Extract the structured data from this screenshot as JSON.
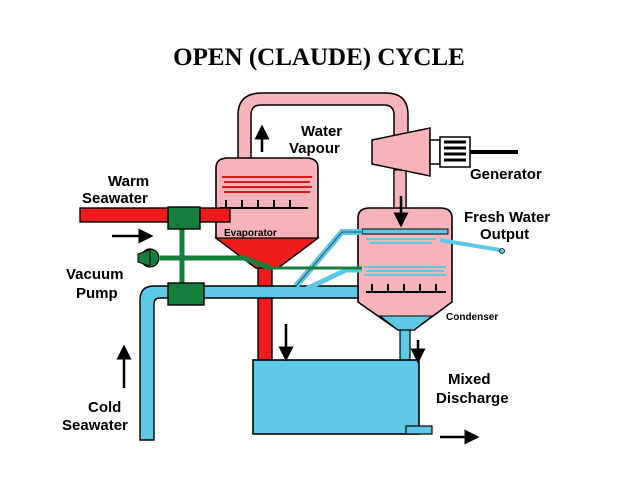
{
  "title": "OPEN (CLAUDE) CYCLE",
  "labels": {
    "water_vapour_1": "Water",
    "water_vapour_2": "Vapour",
    "generator": "Generator",
    "warm_seawater_1": "Warm",
    "warm_seawater_2": "Seawater",
    "evaporator": "Evaporator",
    "fresh_water_1": "Fresh Water",
    "fresh_water_2": "Output",
    "vacuum_pump_1": "Vacuum",
    "vacuum_pump_2": "Pump",
    "condenser": "Condenser",
    "cold_seawater_1": "Cold",
    "cold_seawater_2": "Seawater",
    "mixed_discharge_1": "Mixed",
    "mixed_discharge_2": "Discharge"
  },
  "colors": {
    "warm": "#ee1c1c",
    "cold": "#5cc8e6",
    "vapour": "#f6b3b9",
    "valve": "#15803b",
    "outline": "#000000"
  }
}
